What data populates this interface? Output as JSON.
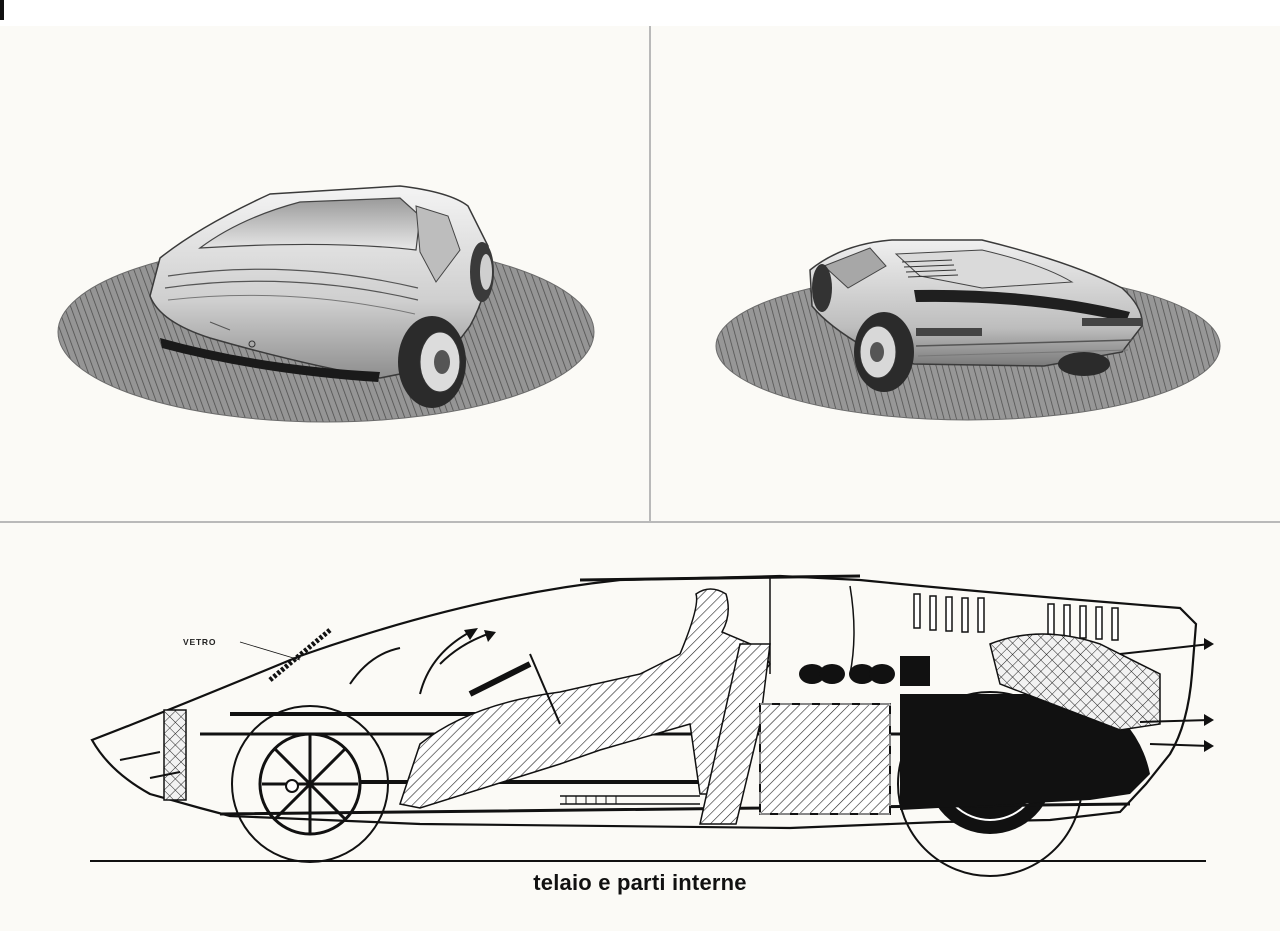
{
  "illustration": {
    "front_view": {
      "icon": "car-front-three-quarter-sketch"
    },
    "rear_view": {
      "icon": "car-rear-three-quarter-sketch"
    },
    "cutaway": {
      "icon": "car-chassis-cutaway",
      "label_vetro": "VETRO",
      "caption": "telaio e parti interne"
    }
  }
}
